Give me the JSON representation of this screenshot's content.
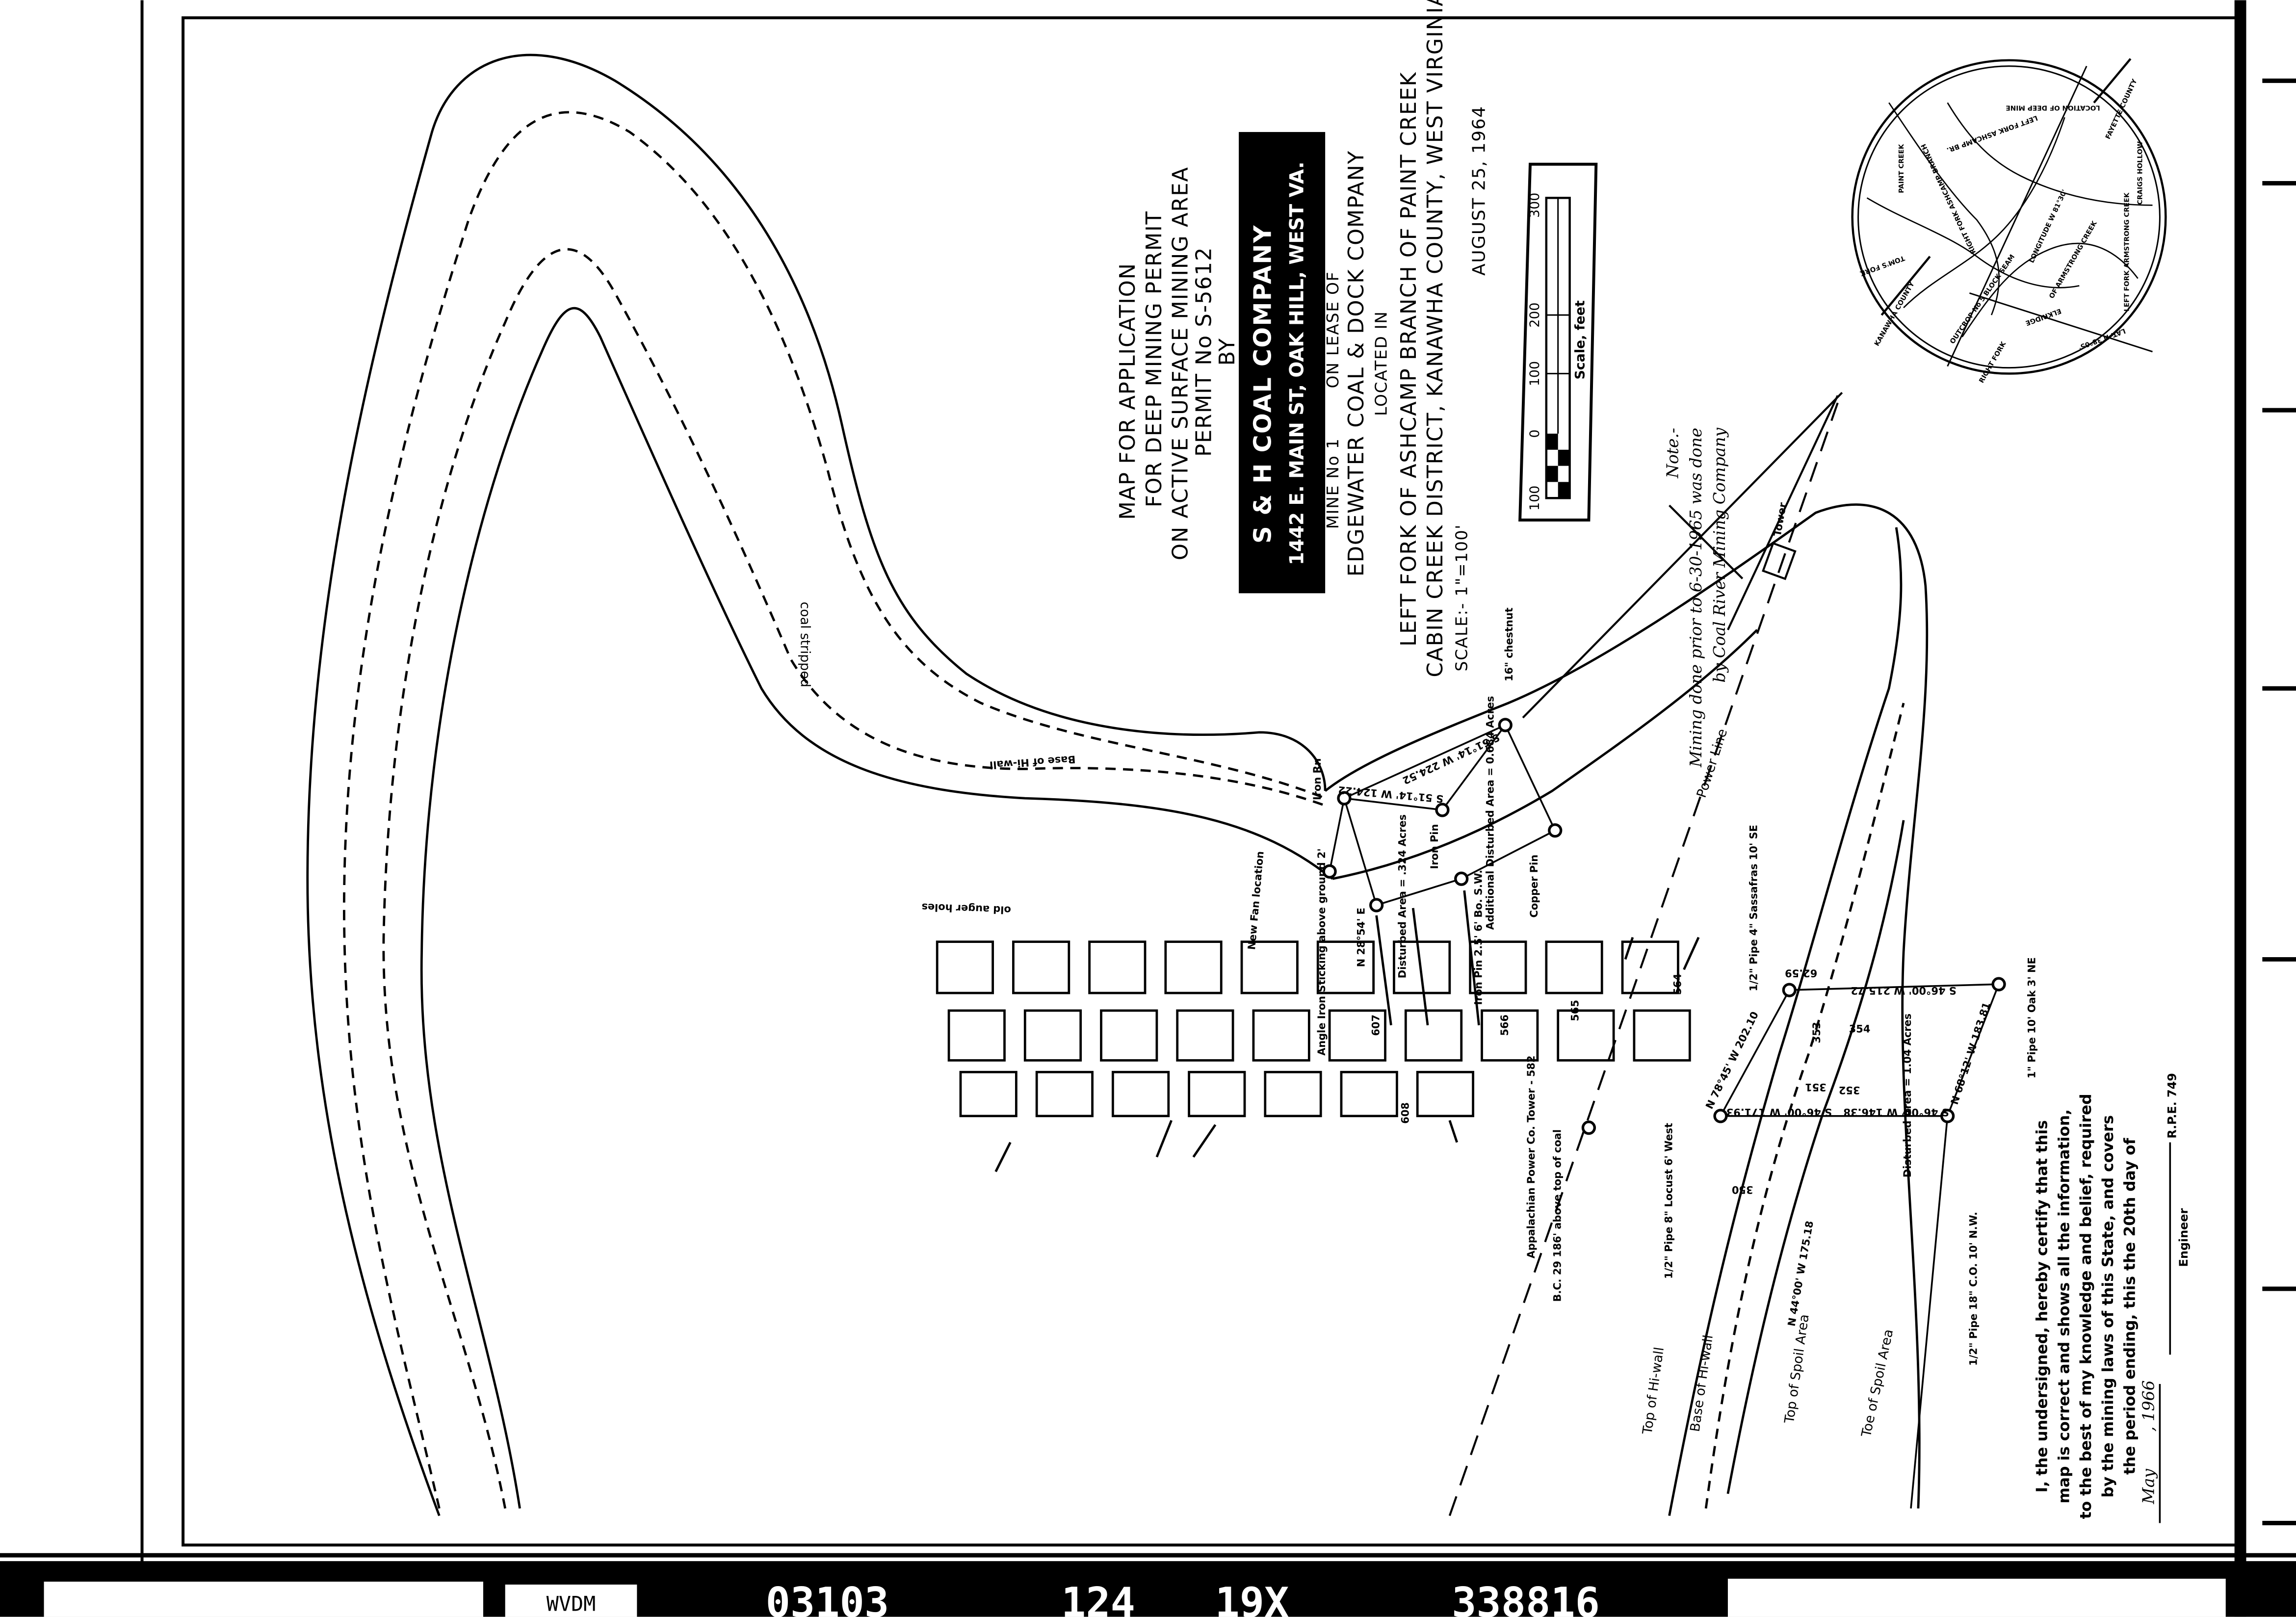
{
  "title_block": {
    "line1": "MAP FOR APPLICATION",
    "line2": "FOR DEEP MINING PERMIT",
    "line3": "ON ACTIVE SURFACE MINING AREA",
    "line4": "PERMIT No S-5612",
    "line5": "BY",
    "company": "S & H COAL COMPANY",
    "address": "1442 E. MAIN ST, OAK HILL, WEST VA.",
    "mine": "MINE No 1",
    "lease": "ON LEASE OF",
    "lessor": "EDGEWATER COAL & DOCK COMPANY",
    "located": "LOCATED IN",
    "location1": "LEFT FORK OF ASHCAMP BRANCH OF PAINT CREEK",
    "location2": "CABIN CREEK DISTRICT, KANAWHA COUNTY, WEST VIRGINIA",
    "scale": "SCALE:- 1\"=100'",
    "date": "AUGUST 25, 1964"
  },
  "scale_bar": {
    "ticks": [
      "100",
      "0",
      "100",
      "200",
      "300"
    ],
    "label": "Scale, feet"
  },
  "note": {
    "heading": "Note.-",
    "line1": "Mining done prior to 6-30-1965 was done",
    "line2": "by Coal River Mining Company"
  },
  "inset_map": {
    "labels": {
      "location": "LOCATION OF DEEP MINE",
      "fayette": "FAYETTE COUNTY",
      "left_fork": "LEFT FORK ASHCAMP BR.",
      "right_fork_ashcamp": "RIGHT FORK ASHCAMP BRANCH",
      "paint_creek": "PAINT CREEK",
      "toms_fork": "TOM'S FORK",
      "kanawha": "KANAWHA COUNTY",
      "outcrop": "OUTCROP No 5 BLOCK SEAM",
      "right_fork": "RIGHT FORK",
      "elkridge": "ELKRIDGE",
      "lat": "LAT. N 38°05'",
      "long": "LONGITUDE W 81°30'",
      "armstrong": "OF ARMSTRONG CREEK",
      "left_fork_armstrong": "LEFT FORK ARMSTRONG CREEK",
      "craigs": "CRAIGS HOLLOW"
    }
  },
  "map_labels": {
    "coal_stripped": "coal stripped",
    "base_hiwall_top": "Base of Hi-wall",
    "top_hiwall": "Top of Hi-wall",
    "base_hiwall": "Base of Hi-wall",
    "top_spoil": "Top of Spoil Area",
    "toe_spoil": "Toe of Spoil Area",
    "power_line": "Power Line",
    "tower": "Tower",
    "chestnut": "16\" chestnut",
    "iron_rn": "Iron Rn",
    "iron_pin_1": "Iron Pin",
    "copper_pin": "Copper Pin",
    "iron_pin_2": "Iron Pin 2.5' 6' Bo. S.W.",
    "disturbed_a": "Disturbed Area = .324 Acres",
    "additional": "Additional Disturbed Area = 0.684 Acres",
    "disturbed_b": "Disturbed Area = 1.04 Acres",
    "brg1": "S 51°14' W 224.52",
    "brg2": "S 51°14' W 124.22",
    "brg3": "N 78°45' W 202.10",
    "brg4": "S 46°00' W 215.72",
    "brg5": "S 46°00' W 171.93",
    "brg6": "S 46°00' W 146.38",
    "brg7": "N 68°12' W 183.81",
    "brg8": "N 44°00' W 175.18",
    "brg9": "N 28°54' E",
    "pipe1": "1/2\" Pipe 4\" Sassafras 10' SE",
    "pipe2": "1\" Pipe 10' Oak 3' NE",
    "pipe3": "1/2\" Pipe 18\" C.O. 10' N.W.",
    "pipe4": "1/2\" Pipe 8\" Locust 6' West",
    "tower_apc": "Appalachian Power Co. Tower - 582",
    "bc29": "B.C. 29 186' above top of coal",
    "auger": "old auger holes",
    "fan": "New Fan location",
    "angle_iron": "Angle Iron Sticking above ground 2'",
    "n564": "564",
    "n565": "565",
    "n566": "566",
    "n607": "607",
    "n608": "608",
    "n350": "350",
    "n351": "351",
    "n352": "352",
    "n353": "353",
    "n354": "354",
    "n6259": "62.59"
  },
  "certification": {
    "lines": [
      "I, the undersigned, hereby certify that this",
      "map is correct and shows all the information,",
      "to the best of my knowledge and belief, required",
      "by the mining laws of this State, and covers",
      "the period ending, this the 20th day of"
    ],
    "month": "May",
    "year": ", 1966",
    "role": "Engineer",
    "rpe": "R.P.E. 749"
  },
  "film_strip": {
    "prefix": "WVDM",
    "codes": [
      "03103",
      "124",
      "19X",
      "338816"
    ]
  }
}
